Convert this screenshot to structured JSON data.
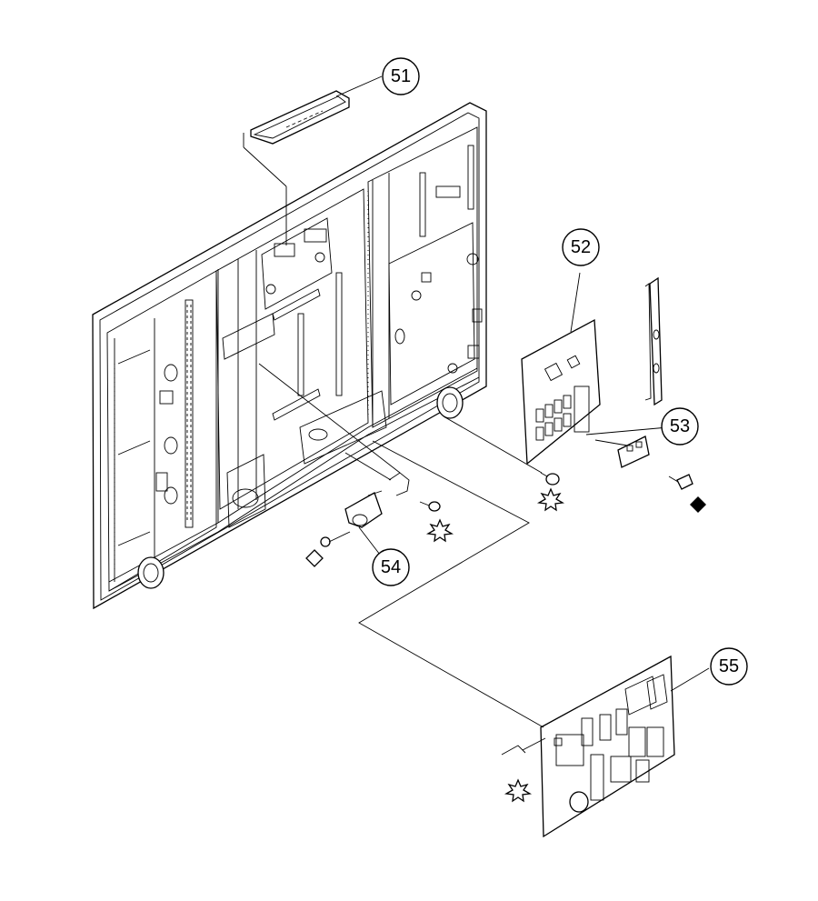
{
  "callouts": [
    {
      "id": "c51",
      "label": "51"
    },
    {
      "id": "c52",
      "label": "52"
    },
    {
      "id": "c53",
      "label": "53"
    },
    {
      "id": "c54",
      "label": "54"
    },
    {
      "id": "c55",
      "label": "55"
    }
  ],
  "symbols": {
    "starburst": "starburst-screw-icon",
    "diamond_open": "open-diamond-screw-icon",
    "diamond_filled": "filled-diamond-screw-icon"
  }
}
